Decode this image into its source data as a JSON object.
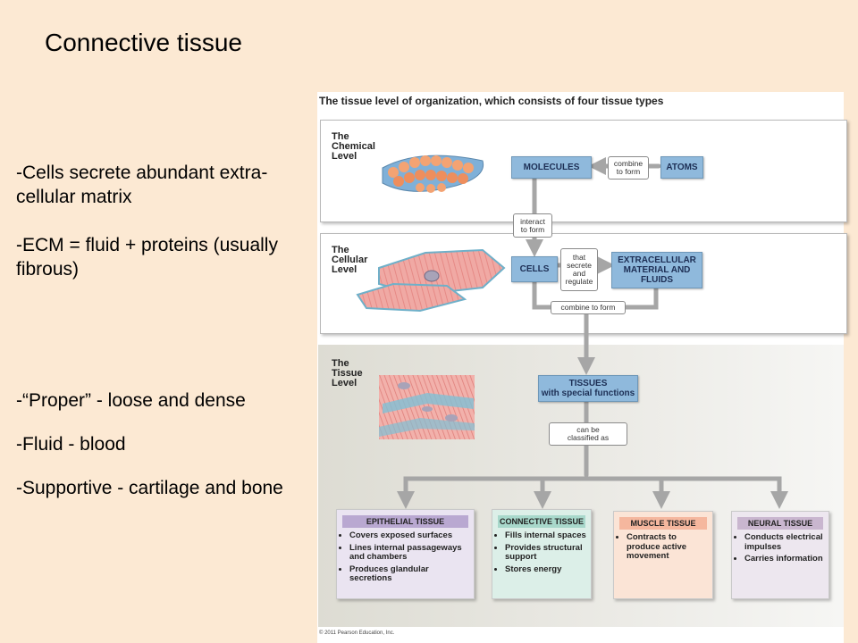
{
  "slide": {
    "title": "Connective tissue",
    "bullets": [
      "-Cells secrete abundant extra-cellular matrix",
      "-ECM = fluid + proteins (usually fibrous)",
      "-“Proper” - loose and dense",
      "-Fluid - blood",
      "-Supportive - cartilage and bone"
    ]
  },
  "figure": {
    "heading": "The tissue level of organization, which consists of four tissue types",
    "levels": {
      "chemical": "The\nChemical\nLevel",
      "cellular": "The\nCellular\nLevel",
      "tissue": "The\nTissue\nLevel"
    },
    "boxes": {
      "molecules": "MOLECULES",
      "atoms": "ATOMS",
      "cells": "CELLS",
      "extracellular": "EXTRACELLULAR MATERIAL AND FLUIDS",
      "tissues": "TISSUES",
      "tissues_sub": "with special functions"
    },
    "connectors": {
      "combine_to_form_1": "combine\nto form",
      "interact_to_form": "interact\nto form",
      "that_secrete_and_regulate": "that\nsecrete\nand\nregulate",
      "combine_to_form_2": "combine to form",
      "can_be_classified_as": "can be\nclassified as"
    },
    "tissue_types": [
      {
        "title": "EPITHELIAL TISSUE",
        "points": [
          "Covers exposed surfaces",
          "Lines internal passageways and chambers",
          "Produces glandular secretions"
        ]
      },
      {
        "title": "CONNECTIVE TISSUE",
        "points": [
          "Fills internal spaces",
          "Provides structural support",
          "Stores energy"
        ]
      },
      {
        "title": "MUSCLE TISSUE",
        "points": [
          "Contracts to produce active movement"
        ]
      },
      {
        "title": "NEURAL TISSUE",
        "points": [
          "Conducts electrical impulses",
          "Carries information"
        ]
      }
    ],
    "copyright": "© 2011 Pearson Education, Inc."
  },
  "colors": {
    "background": "#fce9d3",
    "box_blue": "#8fb9dc",
    "arrow_gray": "#a6a6a6",
    "epithelial_bg": "#e9e3f0",
    "connective_bg": "#dcefe9",
    "muscle_bg": "#fbe6d8",
    "neural_bg": "#ece7ef"
  }
}
